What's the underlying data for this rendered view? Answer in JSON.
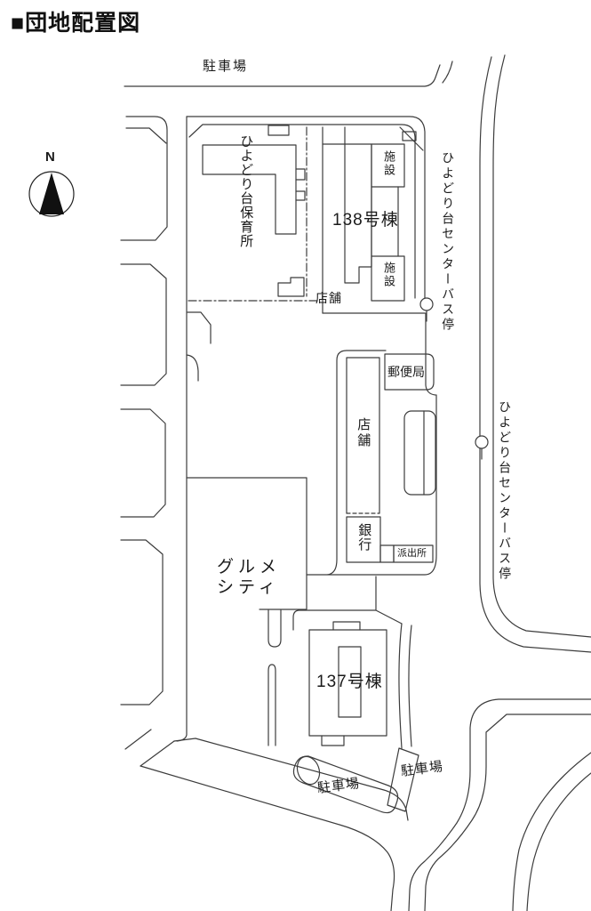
{
  "title": "■団地配置図",
  "compass": {
    "north_label": "N"
  },
  "map": {
    "labels": {
      "parking_top": "駐車場",
      "nursery": "ひよどり台保育所",
      "building_138": "138号棟",
      "facility_upper": "施設",
      "facility_lower": "施設",
      "shop_upper": "店舗",
      "bus_stop_upper": "ひよどり台センターバス停",
      "bus_stop_right": "ひよどり台センターバス停",
      "post_office": "郵便局",
      "shop_center": "店舗",
      "bank": "銀行",
      "police_box": "派出所",
      "gourmet_city_line1": "グルメ",
      "gourmet_city_line2": "シティ",
      "building_137": "137号棟",
      "parking_bottom_left": "駐車場",
      "parking_bottom_right": "駐車場"
    },
    "colors": {
      "line": "#3c3c3c",
      "text": "#1a1a1a",
      "background": "#ffffff",
      "compass_fill": "#111111"
    }
  }
}
